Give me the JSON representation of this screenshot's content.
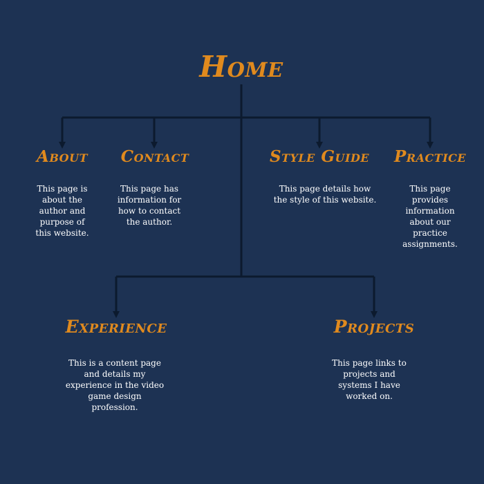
{
  "colors": {
    "background": "#1d3253",
    "accent": "#e08a1e",
    "lines": "#0c1a2e",
    "text": "#ffffff"
  },
  "home": {
    "title": "Home"
  },
  "pages": [
    {
      "id": "about",
      "title": "About",
      "description": "This page is about the author and purpose of this website."
    },
    {
      "id": "contact",
      "title": "Contact",
      "description": "This page has information for how to contact the author."
    },
    {
      "id": "style-guide",
      "title": "Style Guide",
      "description": "This page details how the style of this website."
    },
    {
      "id": "practice",
      "title": "Practice",
      "description": "This page provides information about our practice assignments."
    },
    {
      "id": "experience",
      "title": "Experience",
      "description": "This is a content page and details my experience in the video game design profession."
    },
    {
      "id": "projects",
      "title": "Projects",
      "description": "This page links to projects and systems I have worked on."
    }
  ]
}
